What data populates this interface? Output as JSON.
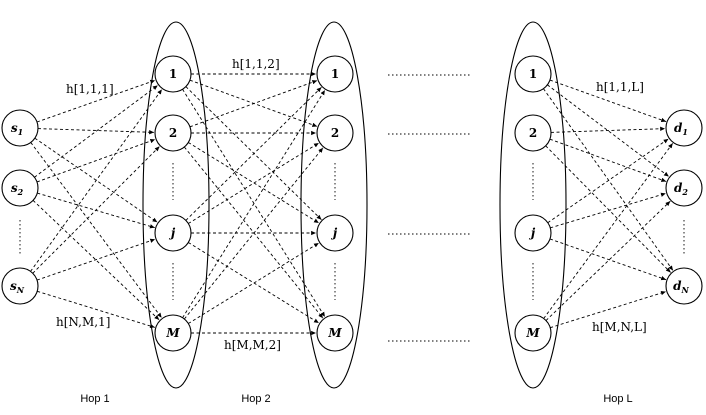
{
  "sources": [
    {
      "id": "s1",
      "base": "s",
      "sub": "1"
    },
    {
      "id": "s2",
      "base": "s",
      "sub": "2"
    },
    {
      "id": "sN",
      "base": "s",
      "sub": "N"
    }
  ],
  "destinations": [
    {
      "id": "d1",
      "base": "d",
      "sub": "1"
    },
    {
      "id": "d2",
      "base": "d",
      "sub": "2"
    },
    {
      "id": "dN",
      "base": "d",
      "sub": "N"
    }
  ],
  "relay_layers": [
    {
      "id": "layer1",
      "nodes": [
        "1",
        "2",
        "j",
        "M"
      ]
    },
    {
      "id": "layer2",
      "nodes": [
        "1",
        "2",
        "j",
        "M"
      ]
    },
    {
      "id": "layerL",
      "nodes": [
        "1",
        "2",
        "j",
        "M"
      ]
    }
  ],
  "edge_labels": {
    "hop1_top": "h[1,1,1]",
    "hop1_bottom": "h[N,M,1]",
    "hop2_top": "h[1,1,2]",
    "hop2_bottom": "h[M,M,2]",
    "hopL_top": "h[1,1,L]",
    "hopL_bottom": "h[M,N,L]"
  },
  "hop_labels": [
    "Hop 1",
    "Hop 2",
    "Hop L"
  ]
}
